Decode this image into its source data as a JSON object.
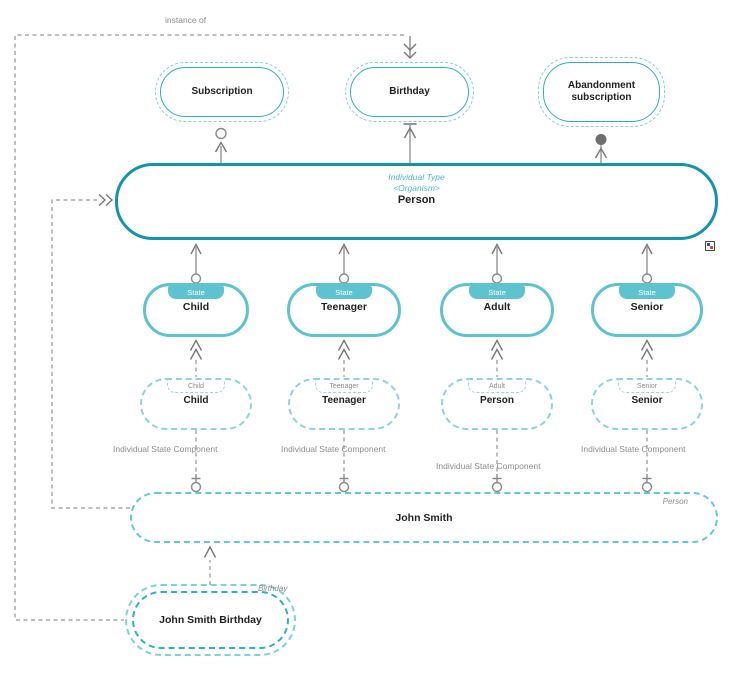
{
  "colors": {
    "person_border": "#1593a8",
    "state_teal": "#5cc3cf",
    "dashed_teal": "#8ed3dc",
    "inner_teal": "#2fb0c0",
    "teal_text": "#4cb9c9",
    "gray_line": "#a8a8a8",
    "gray_text": "#8c8c8c",
    "dark_text": "#1f1f1f"
  },
  "diagram": {
    "instance_of_label": "instance of",
    "top_nodes": [
      {
        "name": "Subscription"
      },
      {
        "name": "Birthday"
      },
      {
        "name": "Abandonment subscription"
      }
    ],
    "person": {
      "type_label": "Individual Type",
      "stereotype": "<Organism>",
      "name": "Person"
    },
    "states": [
      {
        "badge": "State",
        "name": "Child"
      },
      {
        "badge": "State",
        "name": "Teenager"
      },
      {
        "badge": "State",
        "name": "Adult"
      },
      {
        "badge": "State",
        "name": "Senior"
      }
    ],
    "instances": [
      {
        "badge": "Child",
        "name": "Child",
        "component_label": "Individual State Component"
      },
      {
        "badge": "Teenager",
        "name": "Teenager",
        "component_label": "Individual State Component"
      },
      {
        "badge": "Adult",
        "name": "Person",
        "component_label": "Individual State Component"
      },
      {
        "badge": "Senior",
        "name": "Senior",
        "component_label": "Individual State Component"
      }
    ],
    "john_smith": {
      "name": "John Smith",
      "type_label": "Person"
    },
    "john_smith_birthday": {
      "name": "John Smith Birthday",
      "type_label": "Birthday"
    }
  }
}
